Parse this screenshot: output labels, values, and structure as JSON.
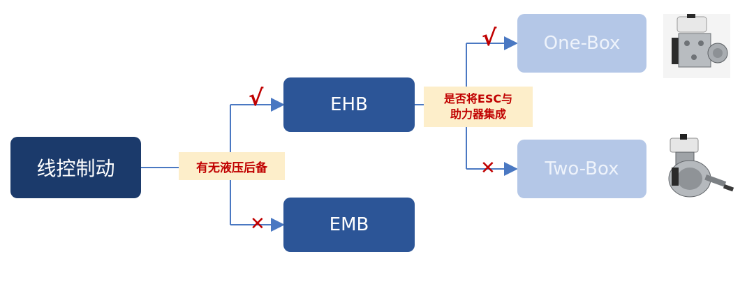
{
  "nodes": {
    "root": "线控制动",
    "ehb": "EHB",
    "emb": "EMB",
    "onebox": "One-Box",
    "twobox": "Two-Box"
  },
  "decisions": {
    "hydraulic_backup": "有无液压后备",
    "esc_integration_line1": "是否将ESC与",
    "esc_integration_line2": "助力器集成"
  },
  "marks": {
    "yes": "√",
    "no": "✕"
  },
  "colors": {
    "root": "#1b3a6b",
    "ehb_emb": "#2c5597",
    "box_nodes": "#b4c7e7",
    "decision_bg": "#fdeeca",
    "mark": "#c00000",
    "connector": "#4a78c2"
  }
}
